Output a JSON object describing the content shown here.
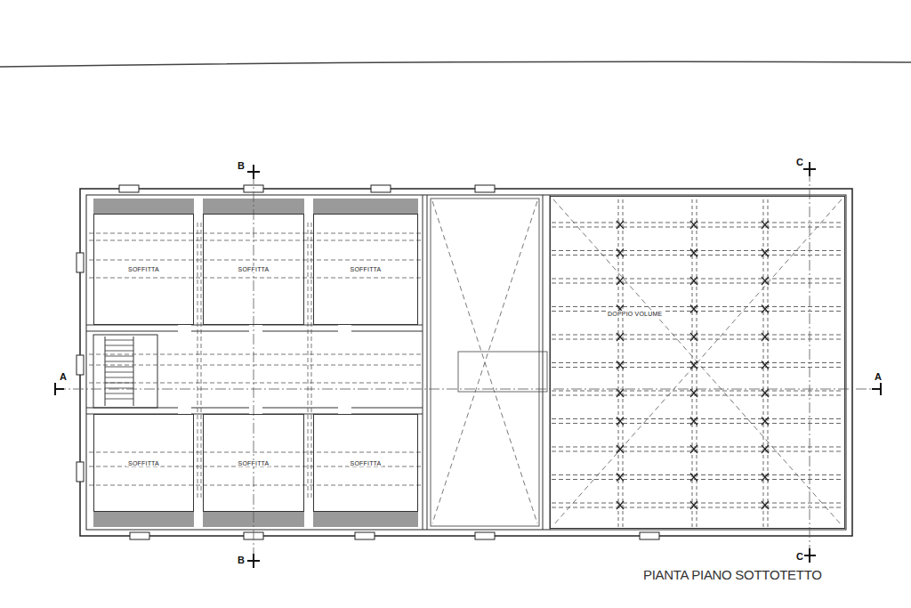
{
  "diagram": {
    "caption": "PIANTA PIANO SOTTOTETTO",
    "nodes": [
      {
        "text": [
          "SOFFITTA"
        ]
      },
      {
        "text": [
          "SOFFITTA"
        ]
      },
      {
        "text": [
          "SOFFITTA"
        ]
      },
      {
        "text": [
          "DOPPIO VOLUME"
        ]
      },
      {
        "text": [
          "SOFFITTA"
        ]
      },
      {
        "text": [
          "SOFFITTA"
        ]
      },
      {
        "text": [
          "SOFFITTA"
        ]
      }
    ],
    "labels": [
      "B",
      "C",
      "A",
      "A",
      "B",
      "C"
    ]
  }
}
